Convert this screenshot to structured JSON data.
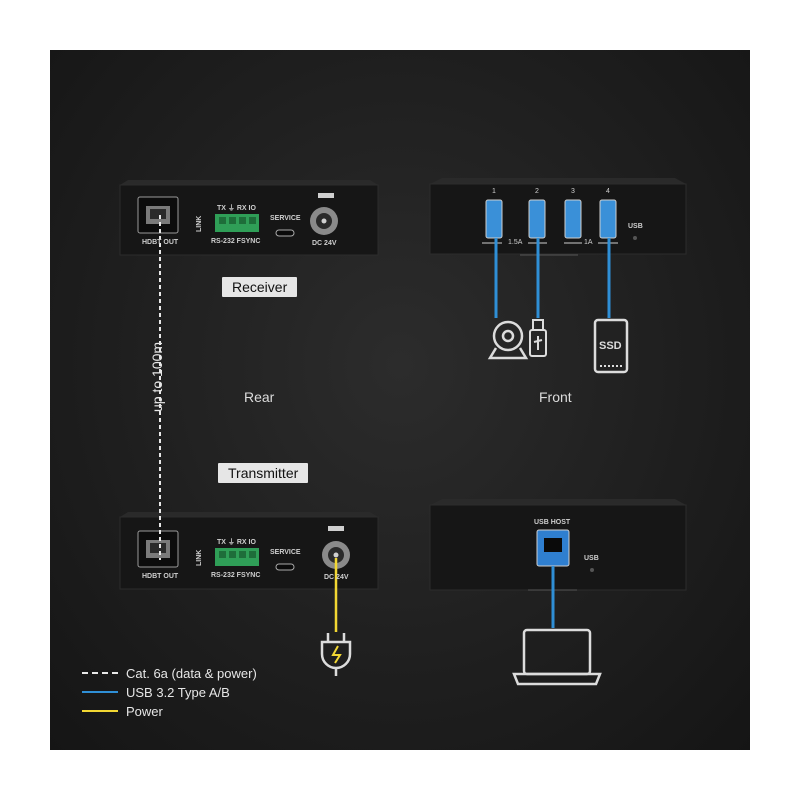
{
  "colors": {
    "cat6a": "#e8e8e8",
    "usb": "#2f8fd6",
    "power": "#f2d733",
    "device": "#161616"
  },
  "labels": {
    "receiver": "Receiver",
    "transmitter": "Transmitter",
    "rear": "Rear",
    "front": "Front",
    "distance": "up to 100m"
  },
  "rear_panel": {
    "hdbt_out": "HDBT OUT",
    "link": "LINK",
    "rs232_top": "TX ⏚ RX IO",
    "rs232_bottom": "RS-232 FSYNC",
    "service": "SERVICE",
    "dc": "DC 24V"
  },
  "front_receiver": {
    "ports": [
      "1",
      "2",
      "3",
      "4"
    ],
    "group_a": "1.5A",
    "group_b": "1A",
    "usb": "USB"
  },
  "front_transmitter": {
    "usb_host": "USB HOST",
    "usb": "USB"
  },
  "devices": {
    "ssd": "SSD"
  },
  "legend": [
    {
      "label": "Cat. 6a (data & power)",
      "style": "dashed",
      "color": "#e8e8e8"
    },
    {
      "label": "USB 3.2 Type A/B",
      "style": "solid",
      "color": "#2f8fd6"
    },
    {
      "label": "Power",
      "style": "solid",
      "color": "#f2d733"
    }
  ]
}
